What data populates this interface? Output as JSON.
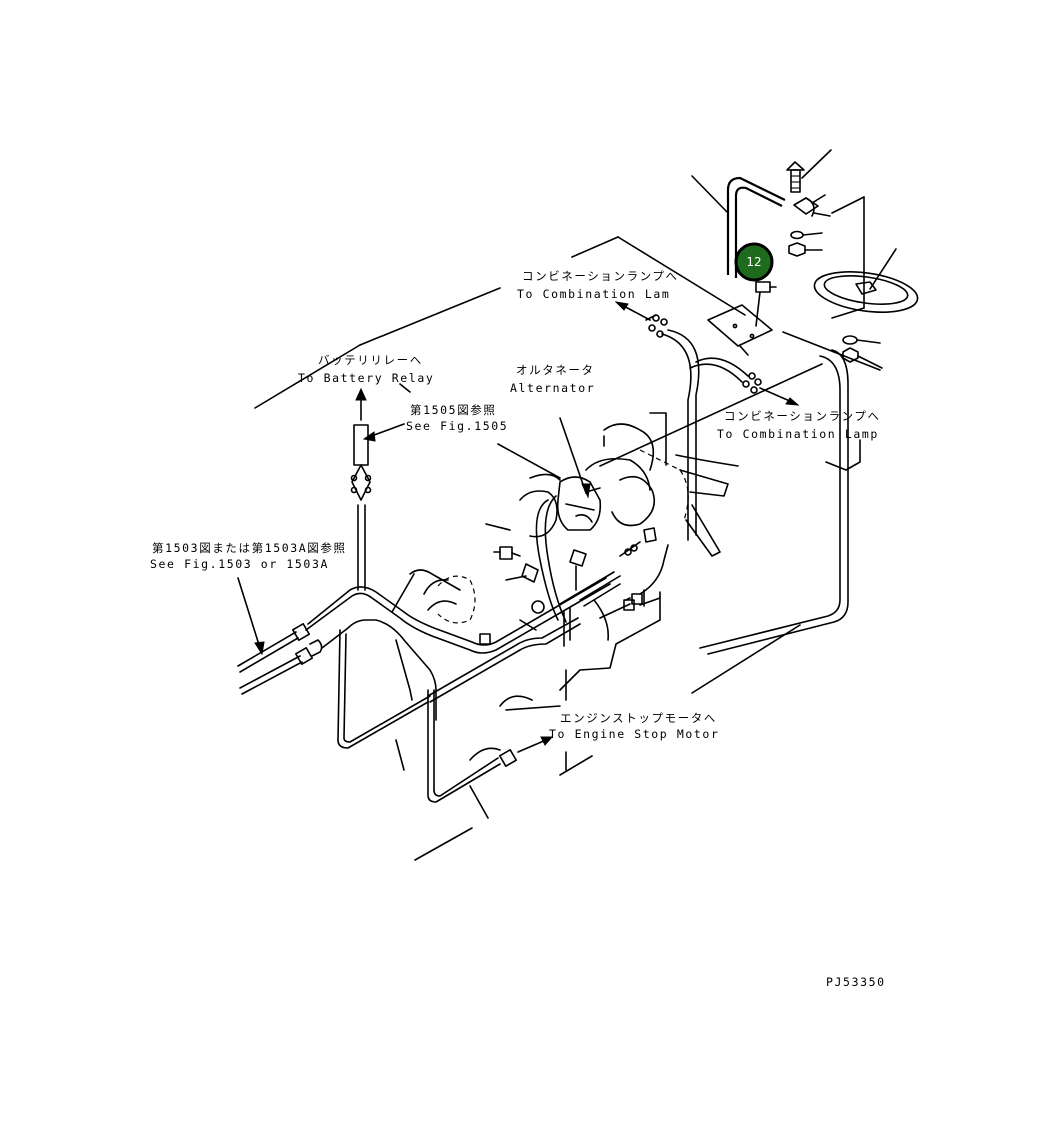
{
  "labels": {
    "combination_lamp_upper_jp": "コンビネーションランプへ",
    "combination_lamp_upper_en": "To Combination Lam",
    "battery_relay_jp": "バッテリリレーへ",
    "battery_relay_en": "To Battery Relay",
    "fig1505_jp": "第1505図参照",
    "fig1505_en": "See Fig.1505",
    "alternator_jp": "オルタネータ",
    "alternator_en": "Alternator",
    "combination_lamp_right_jp": "コンビネーションランプへ",
    "combination_lamp_right_en": "To Combination Lamp",
    "fig1503_jp": "第1503図または第1503A図参照",
    "fig1503_en": "See Fig.1503 or 1503A",
    "engine_stop_jp": "エンジンストップモータへ",
    "engine_stop_en": "To Engine Stop Motor",
    "drawing_code": "PJ53350"
  },
  "callout": {
    "number": "12",
    "color": "#1e6b1e"
  }
}
